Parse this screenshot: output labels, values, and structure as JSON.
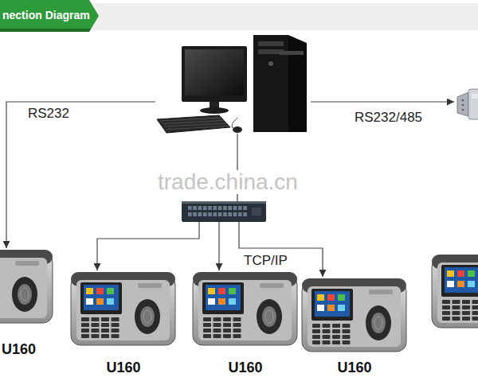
{
  "diagram": {
    "title": "nection Diagram",
    "nodes": [
      {
        "text": []
      },
      {
        "text": []
      },
      {
        "text": []
      },
      {
        "text": [
          "U160"
        ]
      },
      {
        "text": [
          "U160"
        ]
      },
      {
        "text": [
          "U160"
        ]
      },
      {
        "text": [
          "U160"
        ]
      },
      {
        "text": []
      }
    ],
    "edges": [
      {
        "from": 0,
        "to": 3,
        "arrow": "to",
        "label": "RS232"
      },
      {
        "from": 0,
        "to": 1,
        "arrow": "to",
        "label": "RS232/485"
      },
      {
        "from": 0,
        "to": 2,
        "arrow": "none"
      },
      {
        "from": 2,
        "to": 4,
        "arrow": "to"
      },
      {
        "from": 2,
        "to": 5,
        "arrow": "to"
      },
      {
        "from": 2,
        "to": 6,
        "arrow": "to",
        "label": "TCP/IP"
      }
    ],
    "labels": [
      "trade.china.cn"
    ]
  }
}
